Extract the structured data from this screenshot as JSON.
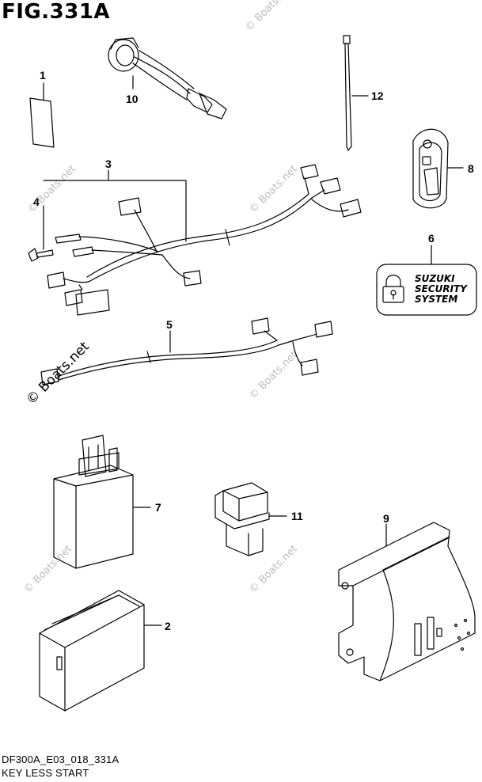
{
  "figure": {
    "title": "FIG.331A",
    "code": "DF300A_E03_018_331A",
    "caption": "KEY LESS START"
  },
  "callouts": {
    "p1": "1",
    "p2": "2",
    "p3": "3",
    "p4": "4",
    "p5": "5",
    "p6": "6",
    "p7": "7",
    "p8": "8",
    "p9": "9",
    "p10": "10",
    "p11": "11",
    "p12": "12"
  },
  "security_label": {
    "line1": "SUZUKI",
    "line2": "SECURITY",
    "line3": "SYSTEM"
  },
  "watermark": {
    "text": "© Boats.net",
    "text_small": "© Boats.net"
  }
}
